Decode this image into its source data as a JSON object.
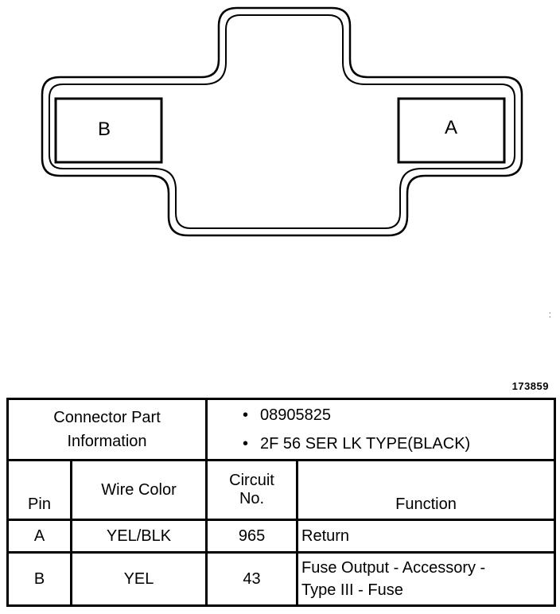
{
  "connector": {
    "cavities": [
      {
        "label": "B"
      },
      {
        "label": "A"
      }
    ]
  },
  "figure_number": "173859",
  "part_info": {
    "heading_line1": "Connector Part",
    "heading_line2": "Information",
    "items": [
      {
        "bullet": "•",
        "text": "08905825"
      },
      {
        "bullet": "•",
        "text": "2F 56 SER LK TYPE(BLACK)"
      }
    ]
  },
  "table": {
    "headers": {
      "pin": "Pin",
      "wire_color": "Wire Color",
      "circuit_line1": "Circuit",
      "circuit_line2": "No.",
      "function": "Function"
    },
    "rows": [
      {
        "pin": "A",
        "wire_color": "YEL/BLK",
        "circuit": "965",
        "function_line1": "Return",
        "function_line2": ""
      },
      {
        "pin": "B",
        "wire_color": "YEL",
        "circuit": "43",
        "function_line1": "Fuse Output - Accessory -",
        "function_line2": "Type III - Fuse"
      }
    ]
  }
}
